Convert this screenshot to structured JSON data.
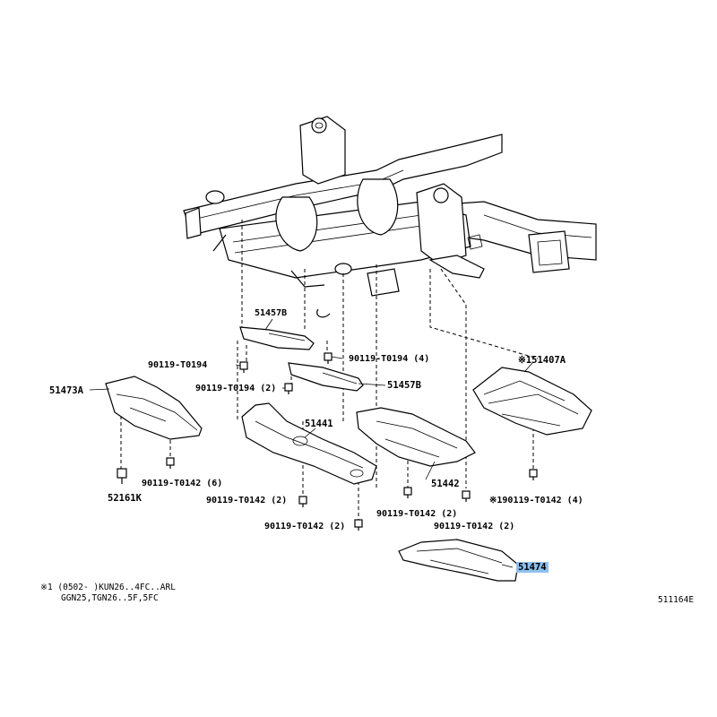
{
  "labels": {
    "p51457b_top": "51457B",
    "bolt_0194_right": "90119-T0194 (4)",
    "bolt_0194_left": "90119-T0194",
    "bolt_0194_left2": "90119-T0194 (2)",
    "p51457b_mid": "51457B",
    "p51473a": "51473A",
    "p51407a": "※151407A",
    "p51441": "51441",
    "bolt_0142_6": "90119-T0142 (6)",
    "p52161k": "52161K",
    "bolt_0142_2a": "90119-T0142 (2)",
    "bolt_0142_2b": "90119-T0142 (2)",
    "p51442": "51442",
    "bolt_0142_2c": "90119-T0142 (2)",
    "bolt_0142_2d": "90119-T0142 (2)",
    "bolt_0142_4": "※190119-T0142 (4)",
    "p51474": "51474"
  },
  "notes": {
    "footnote_line1": "※1 (0502-    )KUN26..4FC..ARL",
    "footnote_line2": "GGN25,TGN26..5F,5FC",
    "diagram_code": "511164E"
  },
  "colors": {
    "highlight": "#8ec1ef",
    "line": "#000000",
    "background": "#ffffff"
  }
}
